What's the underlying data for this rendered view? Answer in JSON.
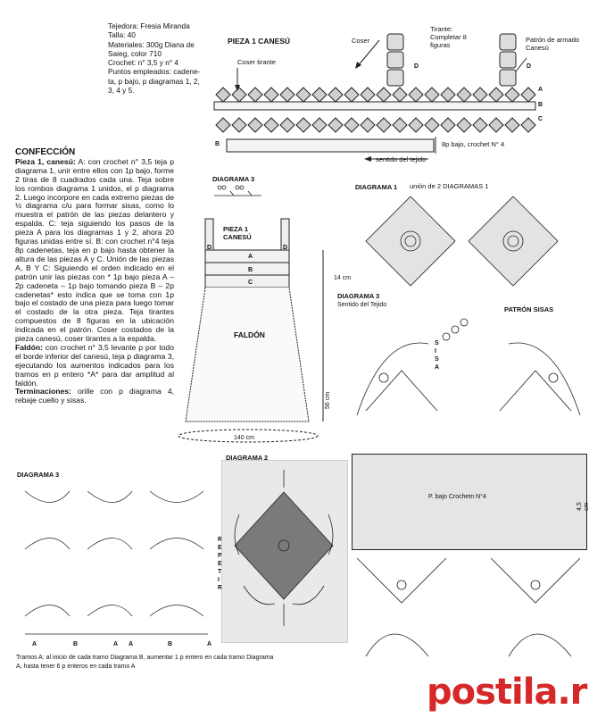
{
  "info": {
    "lines": [
      "Tejedora: Fresia Miranda",
      "Talla: 40",
      "Materiales: 300g Diana de",
      "Saieg, color 710",
      "Crochet: n° 3,5 y n° 4",
      "Puntos empleados: cadene-",
      "ta, p bajo, p diagramas 1, 2,",
      "3, 4 y 5."
    ]
  },
  "instructions": {
    "heading": "CONFECCIÓN",
    "p1_title": "Pieza 1, canesú:",
    "p1_text": " A: con crochet n° 3,5 teja p diagrama 1, unir entre ellos con 1p bajo, forme 2 tiras de 8 cuadrados cada una. Teja sobre los rombos diagrama 1 unidos, el p diagrama 2. Luego incorpore en cada extremo piezas de ½ diagrama c/u para formar sisas, como lo muestra el patrón de las piezas delantero y espalda. C: teja siguiendo los pasos de la pieza A para los diagramas 1 y 2, ahora 20 figuras unidas entre sí. B: con crochet n°4 teja 8p cadenetas, teja en p bajo hasta obtener la altura de las piezas A y C. Unión de las piezas A, B Y C: Siguiendo el orden indicado en el patrón unir las piezas con * 1p bajo pieza A – 2p cadeneta – 1p bajo tomando pieza B – 2p cadenetas* esto indica que se toma con 1p bajo el costado de una pieza para luego tomar el costado de la otra pieza. Teja tirantes compuestos de 8 figuras en la ubicación indicada en el patrón. Coser costados de la pieza canesú, coser tirantes a la espalda.",
    "p2_title": "Faldón:",
    "p2_text": " con crochet n° 3,5 levante p por todo el borde inferior del canesú, teja p diagrama 3, ejecutando los aumentos indicados para los tramos en p entero *A* para dar amplitud al faldón.",
    "p3_title": "Terminaciones:",
    "p3_text": " orille con p diagrama 4, rebaje cuello y sisas."
  },
  "canesu": {
    "title": "PIEZA 1 CANESÚ",
    "coser": "Coser",
    "coser_tirante": "Coser tirante",
    "tirante": "Tirante:\nCompletar 8\nfiguras",
    "patron_armado": "Patrón de armado\nCanesú",
    "d": "D",
    "a": "A",
    "b": "B",
    "c": "C",
    "b_note": "8p bajo, crochet N° 4",
    "sentido": "sentido del tejido"
  },
  "pattern": {
    "diagrama3_title": "DIAGRAMA 3",
    "pieza1": "PIEZA 1\nCANESÚ",
    "d": "D",
    "a": "A",
    "b": "B",
    "c": "C",
    "faldon": "FALDÓN",
    "dim_14": "14 cm",
    "dim_56": "56 cm",
    "dim_140": "140 cm",
    "diagrama3_sentido": "DIAGRAMA 3",
    "sentido": "Sentido del Tejido"
  },
  "diagrama1": {
    "title": "DIAGRAMA 1",
    "union": "unión de 2 DIAGRAMAS 1"
  },
  "sisas": {
    "title": "PATRÓN SISAS",
    "sisa": "S\nI\nS\nA",
    "center": "P. bajo Crochetn N°4",
    "dim": "4,5 cm"
  },
  "diagrama3b": {
    "title": "DIAGRAMA 3",
    "repetir": "R\nE\nP\nE\nT\nI\nR",
    "labels": [
      "A",
      "B",
      "A",
      "A",
      "B",
      "A"
    ],
    "note": "Tramos A: al inicio de cada tramo Diagrama B, aumentar 1 p entero en cada tramo Diagrama A, hasta tener 6 p enteros en cada tramo A"
  },
  "diagrama2": {
    "title": "DIAGRAMA 2"
  },
  "watermark": "postila.ru",
  "colors": {
    "dark_square": "#7a7a7a",
    "gray_bg": "#e8e8e8",
    "watermark": "#d62828"
  }
}
